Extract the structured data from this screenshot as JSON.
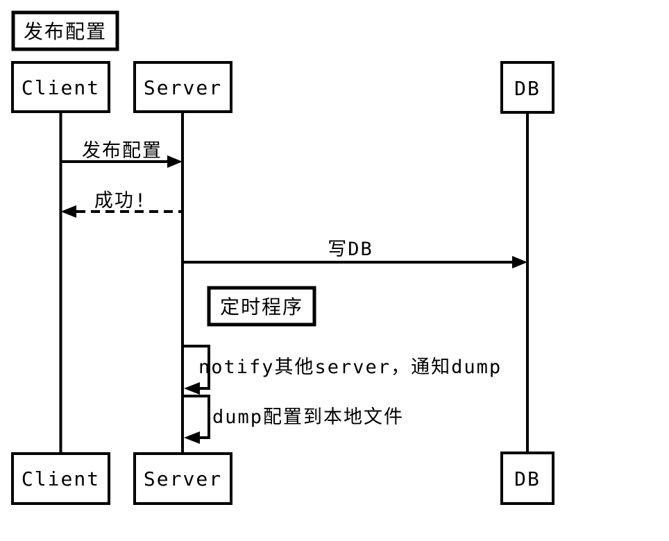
{
  "diagram": {
    "type": "sequence-diagram",
    "title": "发布配置",
    "colors": {
      "line": "#000000",
      "background": "#ffffff",
      "box_fill": "#ffffff"
    },
    "actors": [
      {
        "label": "Client"
      },
      {
        "label": "Server"
      },
      {
        "label": "DB"
      }
    ],
    "messages": [
      {
        "from": "Client",
        "to": "Server",
        "label": "发布配置",
        "line": "solid"
      },
      {
        "from": "Server",
        "to": "Client",
        "label": "成功!",
        "line": "dashed"
      },
      {
        "from": "Server",
        "to": "DB",
        "label": "写DB",
        "line": "solid"
      },
      {
        "from": "Server",
        "to": "Server",
        "label": "notify其他server，通知dump",
        "line": "self"
      },
      {
        "from": "Server",
        "to": "Server",
        "label": "dump配置到本地文件",
        "line": "self"
      }
    ],
    "timer_label": "定时程序"
  }
}
